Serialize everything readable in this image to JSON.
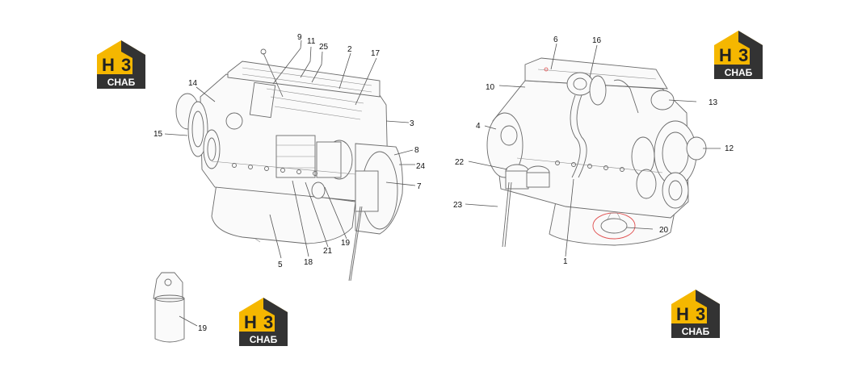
{
  "logo": {
    "mark_left": "H",
    "mark_right": "3",
    "caption": "CHAБ",
    "colors": {
      "accent": "#f5b700",
      "dark": "#333333",
      "caption_text": "#ffffff"
    }
  },
  "callouts": {
    "c9": "9",
    "c11": "11",
    "c25": "25",
    "c2": "2",
    "c17": "17",
    "c14": "14",
    "c15": "15",
    "c3": "3",
    "c8": "8",
    "c24": "24",
    "c7": "7",
    "c19a": "19",
    "c21": "21",
    "c18": "18",
    "c5": "5",
    "c6": "6",
    "c16": "16",
    "c10": "10",
    "c13": "13",
    "c4": "4",
    "c12": "12",
    "c22": "22",
    "c23": "23",
    "c20": "20",
    "c1": "1",
    "c19b": "19"
  },
  "highlight_color": "#e05050"
}
